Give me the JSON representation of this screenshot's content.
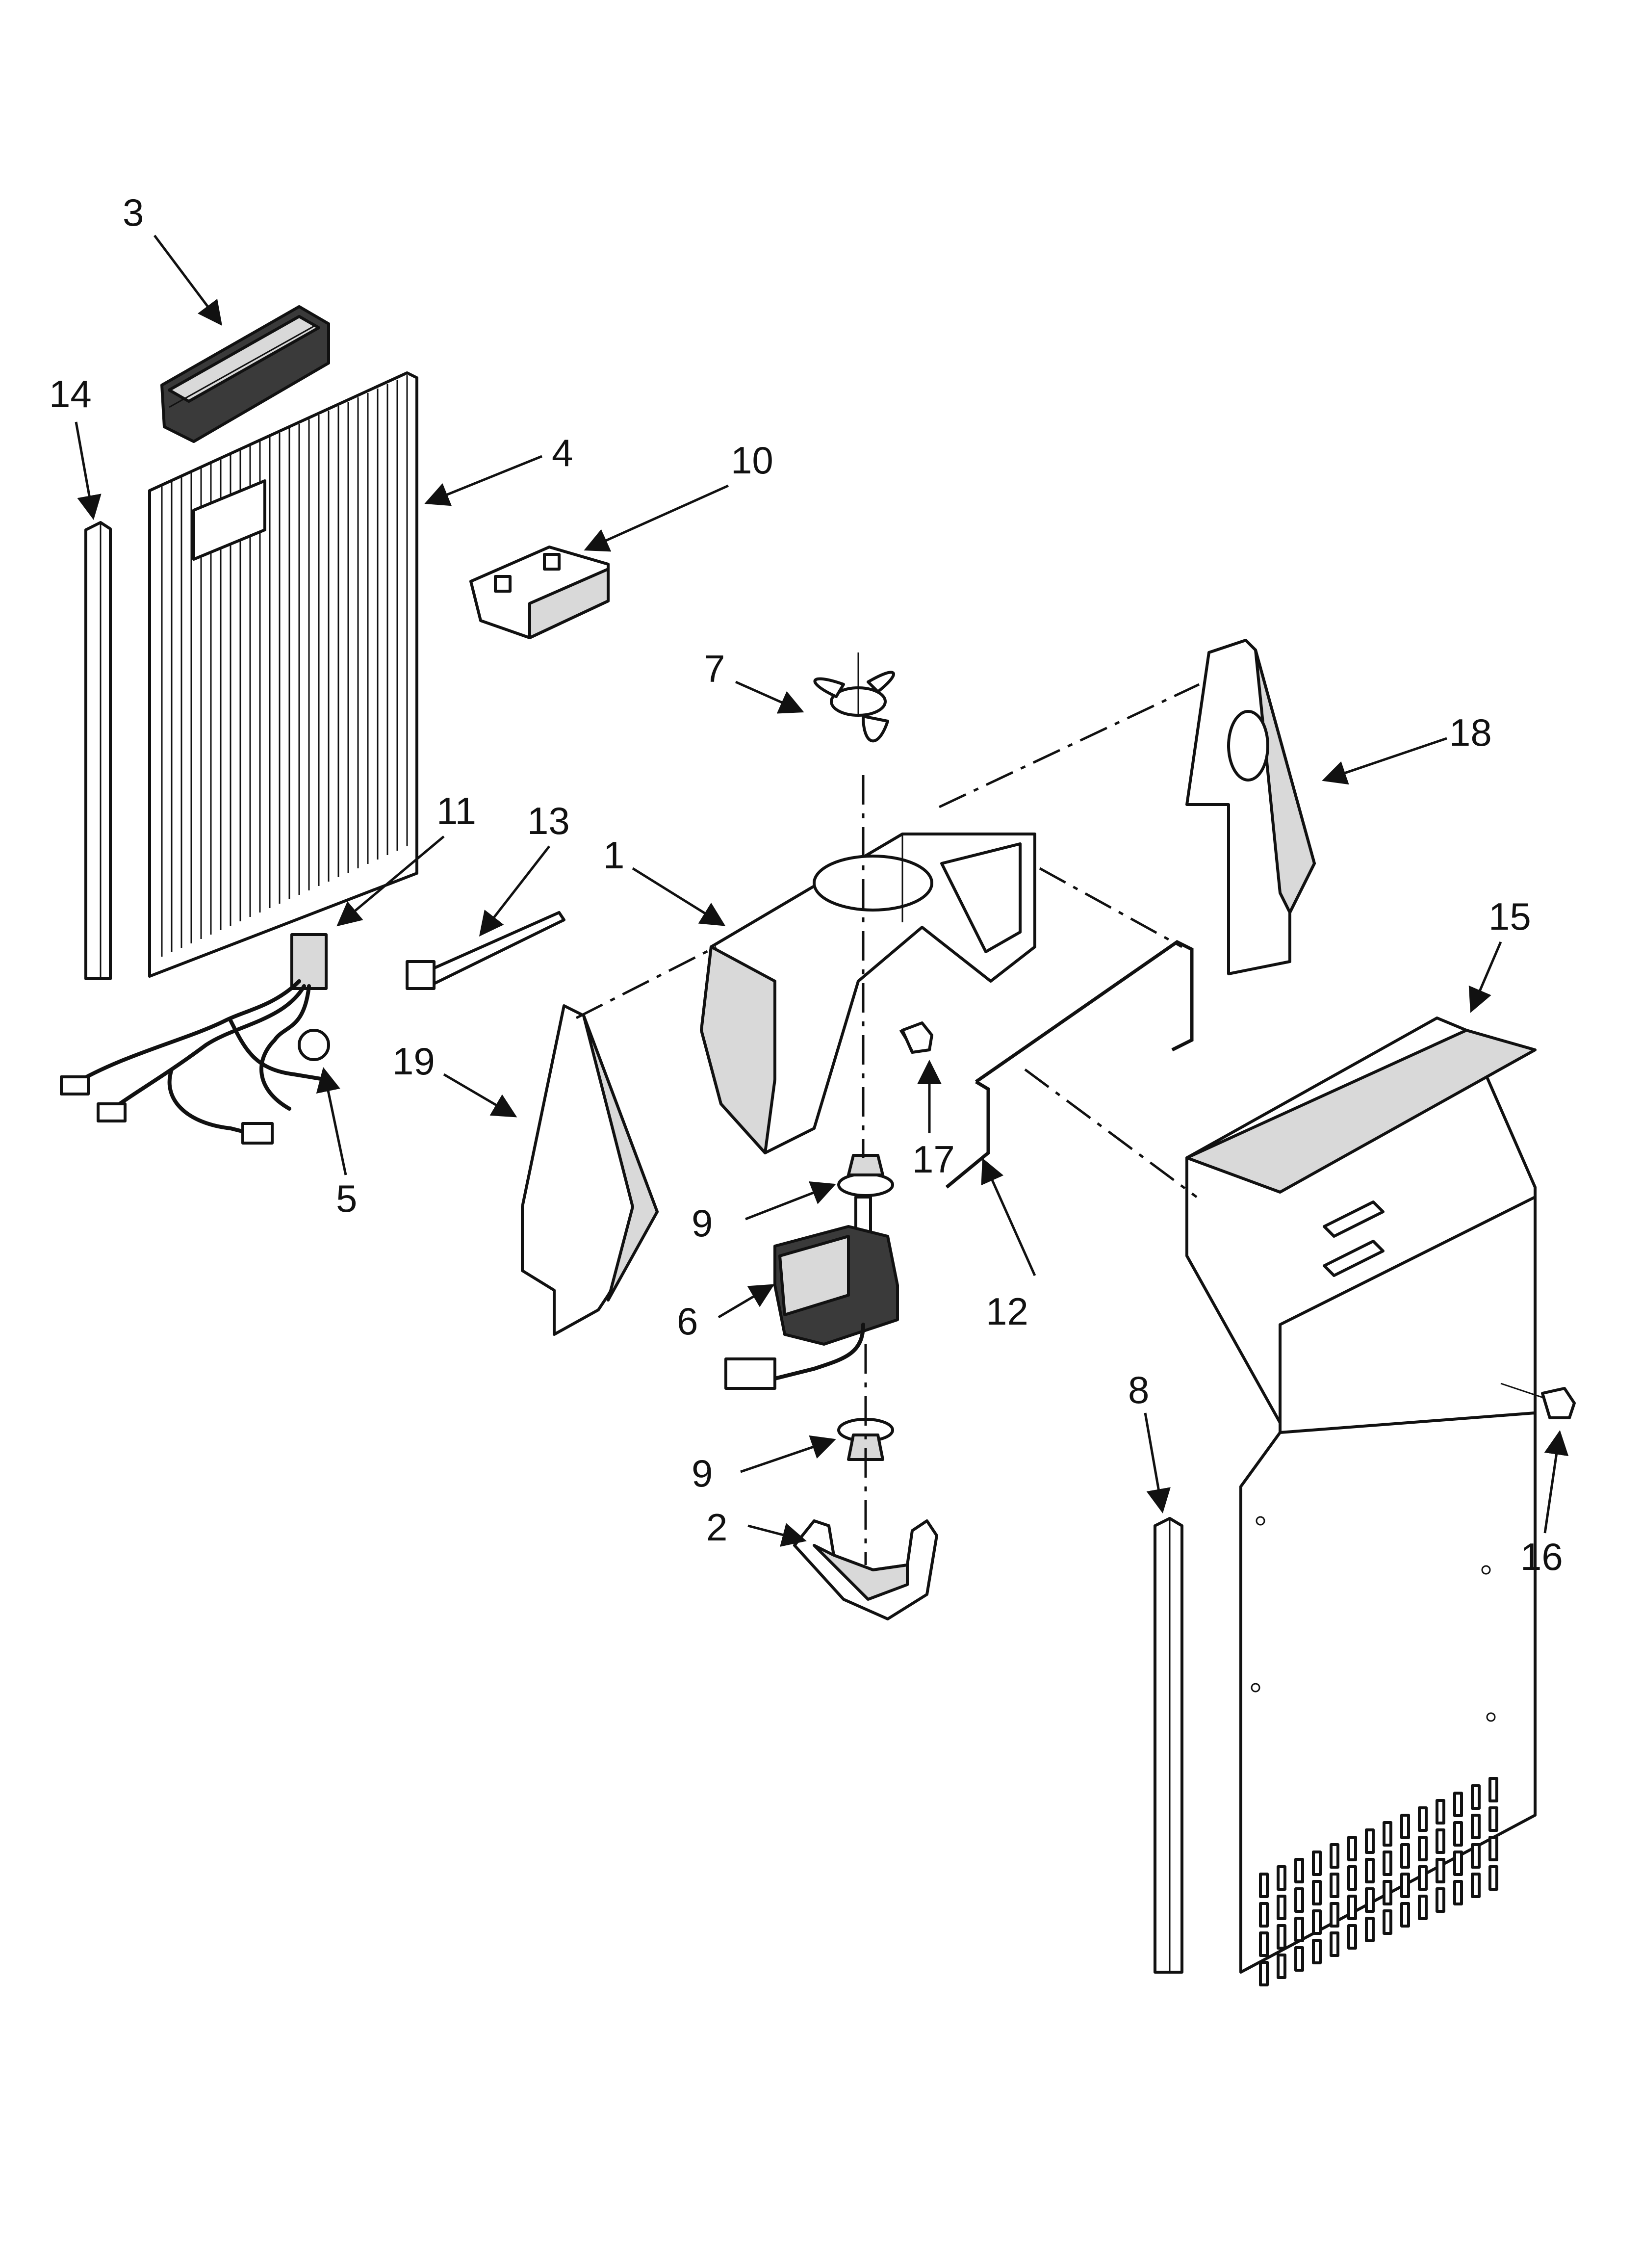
{
  "callouts": [
    {
      "id": "c3",
      "label": "3"
    },
    {
      "id": "c14",
      "label": "14"
    },
    {
      "id": "c4",
      "label": "4"
    },
    {
      "id": "c10",
      "label": "10"
    },
    {
      "id": "c7",
      "label": "7"
    },
    {
      "id": "c18",
      "label": "18"
    },
    {
      "id": "c11",
      "label": "11"
    },
    {
      "id": "c13",
      "label": "13"
    },
    {
      "id": "c1",
      "label": "1"
    },
    {
      "id": "c15",
      "label": "15"
    },
    {
      "id": "c19",
      "label": "19"
    },
    {
      "id": "c5",
      "label": "5"
    },
    {
      "id": "c17",
      "label": "17"
    },
    {
      "id": "c9a",
      "label": "9"
    },
    {
      "id": "c6",
      "label": "6"
    },
    {
      "id": "c12",
      "label": "12"
    },
    {
      "id": "c8",
      "label": "8"
    },
    {
      "id": "c16",
      "label": "16"
    },
    {
      "id": "c9b",
      "label": "9"
    },
    {
      "id": "c2",
      "label": "2"
    }
  ],
  "icons": {
    "fan_blade": "fan-blade-icon",
    "fan_motor": "motor-icon",
    "wire_harness": "wire-harness-icon",
    "screw": "screw-icon"
  }
}
